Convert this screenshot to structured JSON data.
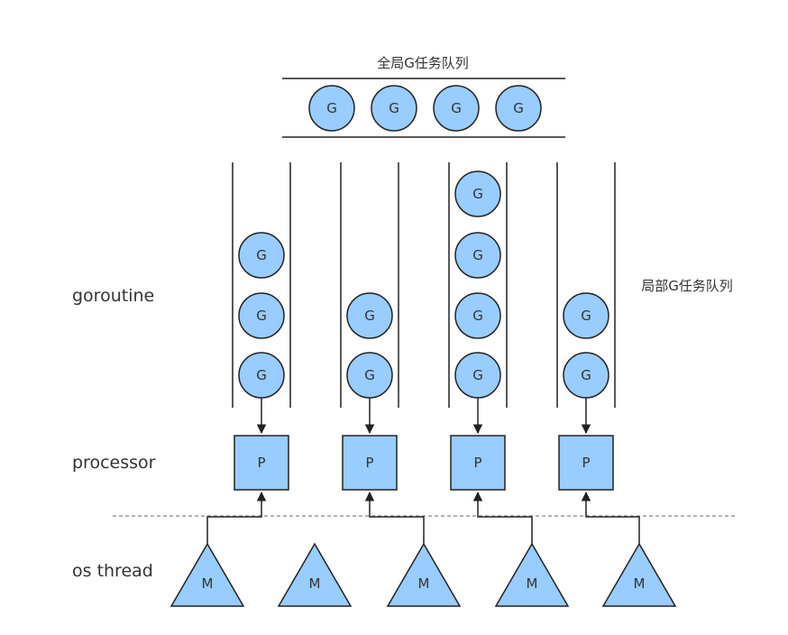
{
  "global_queue": {
    "title": "全局G任务队列",
    "items": [
      "G",
      "G",
      "G",
      "G"
    ]
  },
  "local_queue_label": "局部G任务队列",
  "row_labels": {
    "goroutine": "goroutine",
    "processor": "processor",
    "os_thread": "os thread"
  },
  "local_queues": [
    {
      "goroutines": [
        "G",
        "G",
        "G"
      ],
      "processor": "P"
    },
    {
      "goroutines": [
        "G",
        "G"
      ],
      "processor": "P"
    },
    {
      "goroutines": [
        "G",
        "G",
        "G",
        "G"
      ],
      "processor": "P"
    },
    {
      "goroutines": [
        "G",
        "G"
      ],
      "processor": "P"
    }
  ],
  "threads": [
    "M",
    "M",
    "M",
    "M",
    "M"
  ],
  "colors": {
    "node_fill": "#99ccff",
    "node_stroke": "#222222",
    "line": "#222222",
    "separator": "#999999"
  }
}
